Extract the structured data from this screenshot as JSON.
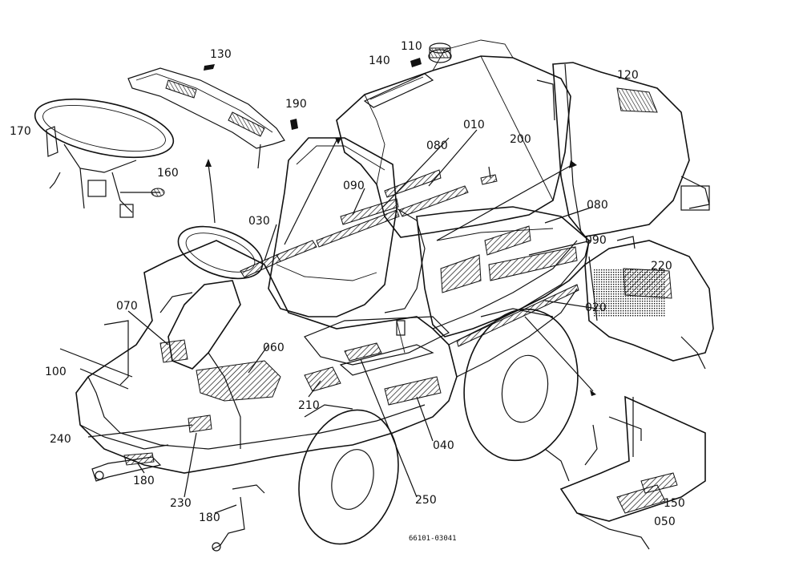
{
  "drawing_code": "66101-03041",
  "callouts": [
    {
      "id": "c010",
      "text": "010"
    },
    {
      "id": "c020",
      "text": "020"
    },
    {
      "id": "c030",
      "text": "030"
    },
    {
      "id": "c040",
      "text": "040"
    },
    {
      "id": "c050",
      "text": "050"
    },
    {
      "id": "c060",
      "text": "060"
    },
    {
      "id": "c070",
      "text": "070"
    },
    {
      "id": "c080a",
      "text": "080"
    },
    {
      "id": "c080b",
      "text": "080"
    },
    {
      "id": "c090a",
      "text": "090"
    },
    {
      "id": "c090b",
      "text": "090"
    },
    {
      "id": "c100",
      "text": "100"
    },
    {
      "id": "c110",
      "text": "110"
    },
    {
      "id": "c120",
      "text": "120"
    },
    {
      "id": "c130",
      "text": "130"
    },
    {
      "id": "c140",
      "text": "140"
    },
    {
      "id": "c150",
      "text": "150"
    },
    {
      "id": "c160",
      "text": "160"
    },
    {
      "id": "c170",
      "text": "170"
    },
    {
      "id": "c180a",
      "text": "180"
    },
    {
      "id": "c180b",
      "text": "180"
    },
    {
      "id": "c190",
      "text": "190"
    },
    {
      "id": "c200",
      "text": "200"
    },
    {
      "id": "c210",
      "text": "210"
    },
    {
      "id": "c220",
      "text": "220"
    },
    {
      "id": "c230",
      "text": "230"
    },
    {
      "id": "c240",
      "text": "240"
    },
    {
      "id": "c250",
      "text": "250"
    }
  ]
}
